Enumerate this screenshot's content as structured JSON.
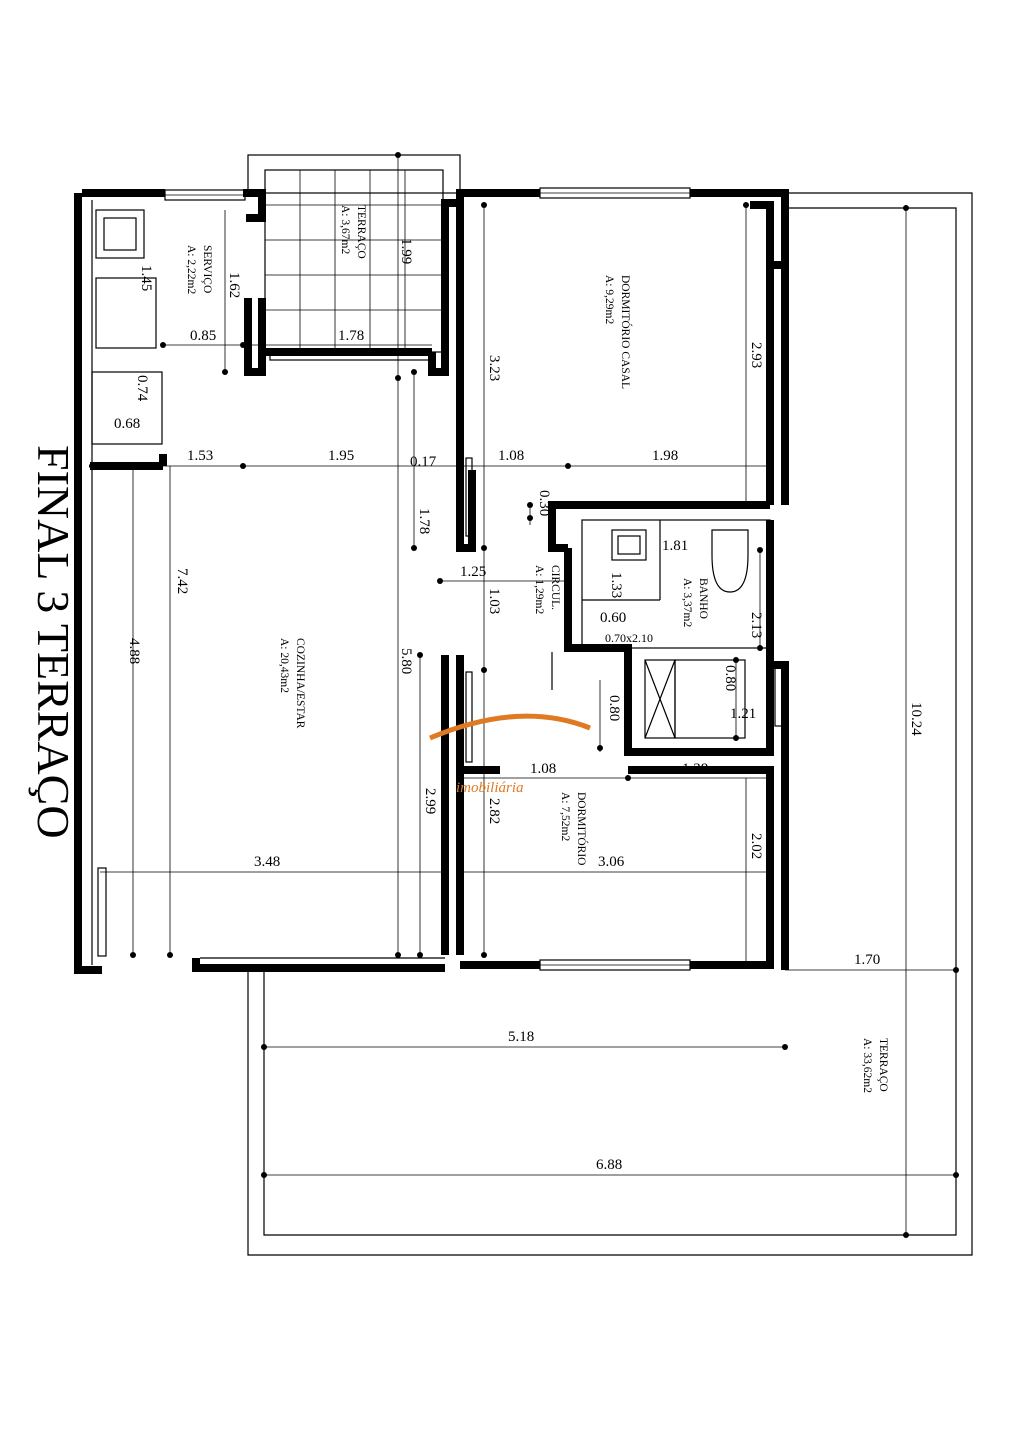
{
  "title": "FINAL 3 TERRAÇO",
  "watermark": "imobiliária",
  "accent_color": "#e07a22",
  "rooms": [
    {
      "id": "servico",
      "name": "SERVIÇO",
      "area": "A: 2,22m2"
    },
    {
      "id": "terraco-small",
      "name": "TERRAÇO",
      "area": "A: 3,67m2"
    },
    {
      "id": "dormitorio-casal",
      "name": "DORMITÓRIO CASAL",
      "area": "A: 9,29m2"
    },
    {
      "id": "circul",
      "name": "CIRCUL.",
      "area": "A: 1,29m2"
    },
    {
      "id": "banho",
      "name": "BANHO",
      "area": "A: 3,37m2"
    },
    {
      "id": "cozinha-estar",
      "name": "COZINHA/ESTAR",
      "area": "A: 20,43m2"
    },
    {
      "id": "dormitorio",
      "name": "DORMITÓRIO",
      "area": "A: 7,52m2"
    },
    {
      "id": "terraco-large",
      "name": "TERRAÇO",
      "area": "A: 33,62m2"
    }
  ],
  "dimensions": {
    "d145": "1.45",
    "d162": "1.62",
    "d199": "1.99",
    "d293": "2.93",
    "d085": "0.85",
    "d178a": "1.78",
    "d323": "3.23",
    "d074": "0.74",
    "d068": "0.68",
    "d153": "1.53",
    "d195": "1.95",
    "d017": "0.17",
    "d108": "1.08",
    "d198": "1.98",
    "d030": "0.30",
    "d178b": "1.78",
    "d181": "1.81",
    "d125": "1.25",
    "d742": "7.42",
    "d133": "1.33",
    "d103": "1.03",
    "d060": "0.60",
    "door": "0.70x2.10",
    "d213": "2.13",
    "d488": "4.88",
    "d580": "5.80",
    "d080a": "0.80",
    "d080b": "0.80",
    "d121": "1.21",
    "d1024": "10.24",
    "d108b": "1.08",
    "d138": "1.38",
    "d299": "2.99",
    "d282": "2.82",
    "d202": "2.02",
    "d348": "3.48",
    "d306": "3.06",
    "d170": "1.70",
    "d518": "5.18",
    "d688": "6.88"
  }
}
